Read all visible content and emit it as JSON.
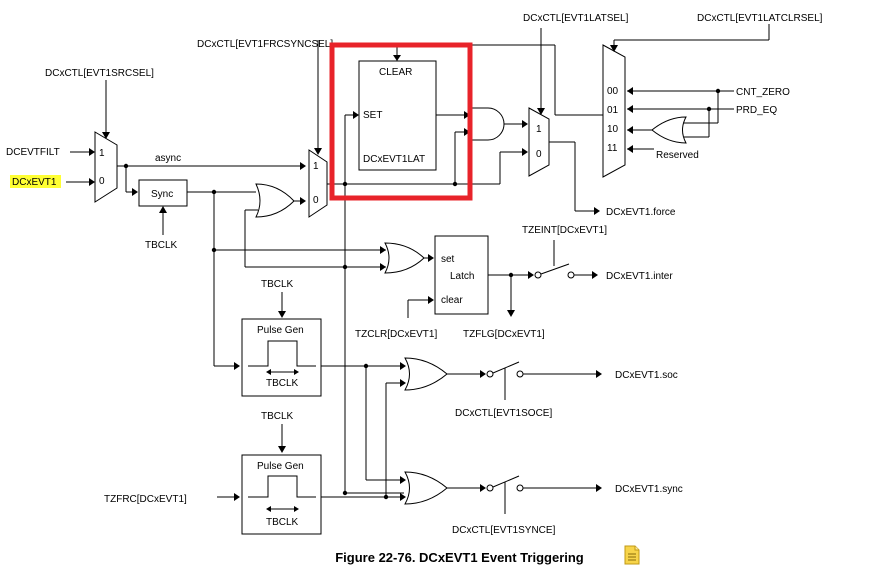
{
  "signals": {
    "evt1srcsel": "DCxCTL[EVT1SRCSEL]",
    "evt1frcsyncsel": "DCxCTL[EVT1FRCSYNCSEL]",
    "evt1latsel": "DCxCTL[EVT1LATSEL]",
    "evt1latclrsel": "DCxCTL[EVT1LATCLRSEL]",
    "dcevtfilt": "DCEVTFILT",
    "dcxevt1": "DCxEVT1",
    "async": "async",
    "sync": "Sync",
    "tbclk": "TBCLK",
    "clear_upper": "CLEAR",
    "set_upper": "SET",
    "dcxevt1lat": "DCxEVT1LAT",
    "cnt_zero": "CNT_ZERO",
    "prd_eq": "PRD_EQ",
    "reserved": "Reserved",
    "force": "DCxEVT1.force",
    "tzeint": "TZEINT[DCxEVT1]",
    "latch_set": "set",
    "latch": "Latch",
    "latch_clear": "clear",
    "inter": "DCxEVT1.inter",
    "tzclr": "TZCLR[DCxEVT1]",
    "tzflg": "TZFLG[DCxEVT1]",
    "pulse_gen": "Pulse Gen",
    "soc": "DCxEVT1.soc",
    "soce": "DCxCTL[EVT1SOCE]",
    "tzfrc": "TZFRC[DCxEVT1]",
    "sync_out": "DCxEVT1.sync",
    "synce": "DCxCTL[EVT1SYNCE]"
  },
  "mux_inputs": {
    "one": "1",
    "zero": "0",
    "sel00": "00",
    "sel01": "01",
    "sel10": "10",
    "sel11": "11"
  },
  "caption": "Figure 22-76. DCxEVT1 Event Triggering",
  "colors": {
    "highlight": "#ffff33",
    "focus_box": "#e8232a"
  },
  "icons": {
    "caption_icon": "note-icon"
  }
}
